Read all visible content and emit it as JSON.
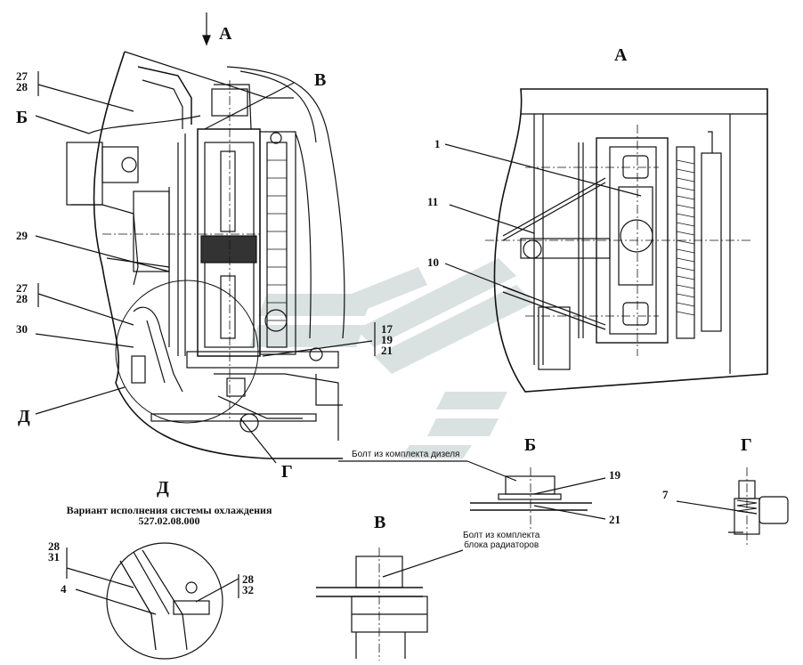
{
  "view_labels": {
    "arrow_a": "А",
    "view_a": "А",
    "b_callout": "Б",
    "v_callout": "В",
    "d_callout": "Д",
    "g_callout": "Г",
    "view_b": "Б",
    "view_v": "В",
    "view_d": "Д",
    "view_g": "Г"
  },
  "main_view_numbers": {
    "n27_28_top": [
      "27",
      "28"
    ],
    "n29": "29",
    "n27_28_mid": [
      "27",
      "28"
    ],
    "n30": "30",
    "n17_19_21": [
      "17",
      "19",
      "21"
    ]
  },
  "view_a_numbers": {
    "n1": "1",
    "n11": "11",
    "n10": "10"
  },
  "detail_b": {
    "note": "Болт из комплекта дизеля",
    "n19": "19",
    "n21": "21"
  },
  "detail_v": {
    "note_line1": "Болт из комплекта",
    "note_line2": "блока радиаторов"
  },
  "detail_g": {
    "n7": "7"
  },
  "detail_d": {
    "caption_line1": "Вариант исполнения системы охлаждения",
    "caption_line2": "527.02.08.000",
    "n28_31": [
      "28",
      "31"
    ],
    "n4": "4",
    "n28_32": [
      "28",
      "32"
    ]
  },
  "colors": {
    "line": "#111111",
    "watermark": "#cfd8d8"
  }
}
